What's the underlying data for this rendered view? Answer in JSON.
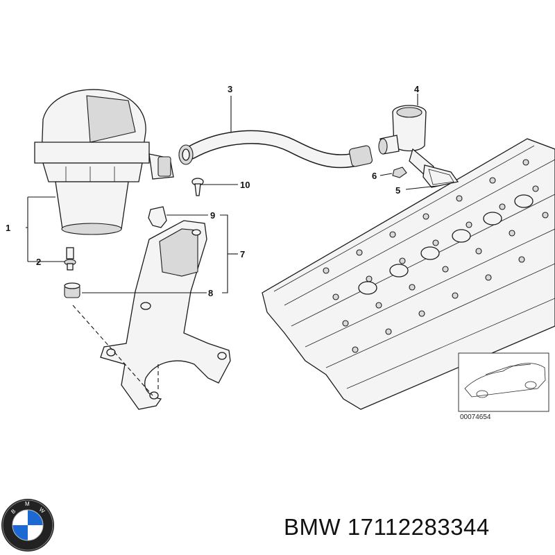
{
  "callouts": [
    "1",
    "2",
    "3",
    "4",
    "5",
    "6",
    "7",
    "8",
    "9",
    "10"
  ],
  "diagram_ref": "00074654",
  "logo": {
    "name": "bmw-roundel-logo",
    "text": "BMW"
  },
  "caption": "BMW 17112283344",
  "colors": {
    "line": "#111111",
    "part_fill": "#f4f4f4",
    "logo_blue": "#1c69d4"
  }
}
